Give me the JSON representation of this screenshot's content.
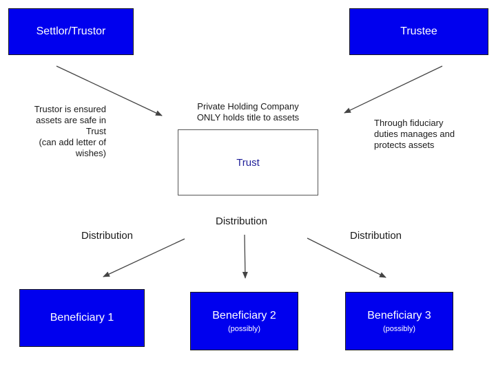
{
  "settlor": {
    "label": "Settlor/Trustor"
  },
  "trustee": {
    "label": "Trustee"
  },
  "company_note": {
    "line1": "Private Holding Company",
    "line2": "ONLY holds title to assets"
  },
  "trust": {
    "label": "Trust"
  },
  "trustor_note": {
    "line1": "Trustor is ensured",
    "line2": "assets are safe in",
    "line3": "Trust",
    "line4": "(can add letter of",
    "line5": "wishes)"
  },
  "trustee_note": {
    "line1": "Through fiduciary",
    "line2": "duties manages and",
    "line3": "protects assets"
  },
  "distribution": {
    "left": "Distribution",
    "center": "Distribution",
    "right": "Distribution"
  },
  "beneficiaries": [
    {
      "label": "Beneficiary 1",
      "sub": ""
    },
    {
      "label": "Beneficiary 2",
      "sub": "(possibly)"
    },
    {
      "label": "Beneficiary 3",
      "sub": "(possibly)"
    }
  ],
  "colors": {
    "box_fill": "#0000ee",
    "trust_text": "#1f1f99"
  }
}
